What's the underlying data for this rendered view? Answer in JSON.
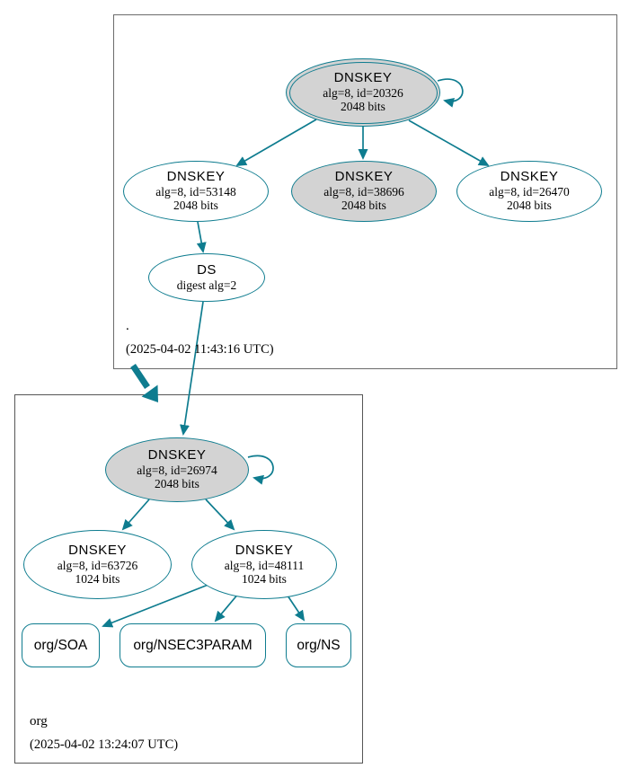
{
  "diagram_type": "dnssec-authentication-chain",
  "colors": {
    "edge": "#0e7c8f",
    "node_border": "#0e7c8f",
    "node_fill_highlight": "#d3d3d3",
    "node_fill_default": "#ffffff",
    "zone_box_border": "#6b6b6b",
    "text": "#000000"
  },
  "zones": [
    {
      "name": ".",
      "timestamp": "(2025-04-02 11:43:16 UTC)",
      "nodes": {
        "ksk": {
          "title": "DNSKEY",
          "detail": "alg=8, id=20326",
          "bits": "2048 bits"
        },
        "zsk_left": {
          "title": "DNSKEY",
          "detail": "alg=8, id=53148",
          "bits": "2048 bits"
        },
        "zsk_mid": {
          "title": "DNSKEY",
          "detail": "alg=8, id=38696",
          "bits": "2048 bits"
        },
        "zsk_right": {
          "title": "DNSKEY",
          "detail": "alg=8, id=26470",
          "bits": "2048 bits"
        },
        "ds": {
          "title": "DS",
          "detail": "digest alg=2"
        }
      }
    },
    {
      "name": "org",
      "timestamp": "(2025-04-02 13:24:07 UTC)",
      "nodes": {
        "ksk": {
          "title": "DNSKEY",
          "detail": "alg=8, id=26974",
          "bits": "2048 bits"
        },
        "zsk_left": {
          "title": "DNSKEY",
          "detail": "alg=8, id=63726",
          "bits": "1024 bits"
        },
        "zsk_right": {
          "title": "DNSKEY",
          "detail": "alg=8, id=48111",
          "bits": "1024 bits"
        },
        "rrset_soa": {
          "label": "org/SOA"
        },
        "rrset_nsec3param": {
          "label": "org/NSEC3PARAM"
        },
        "rrset_ns": {
          "label": "org/NS"
        }
      }
    }
  ]
}
